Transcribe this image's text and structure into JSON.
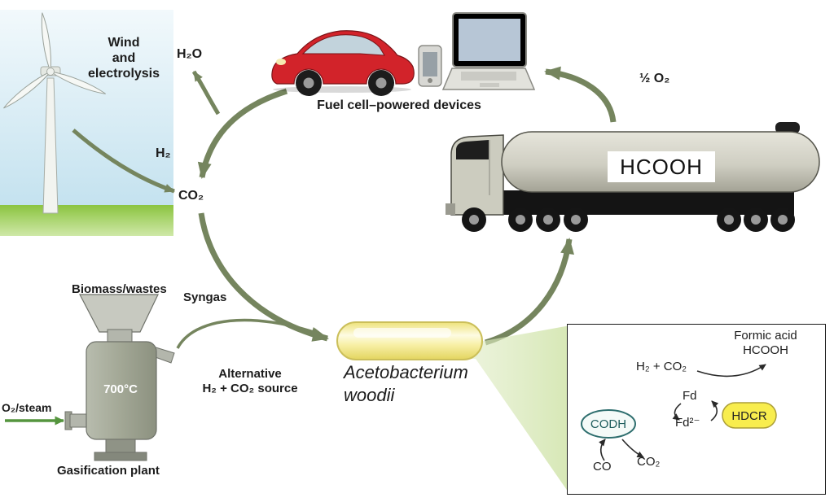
{
  "colors": {
    "arrow_olive": "#75855e",
    "steam_green": "#55953e",
    "car_red": "#d2232a",
    "bacterium_yellow": "#f0e57f",
    "hdcr_yellow": "#f8ed4e",
    "codh_teal": "#1d5c5c",
    "grass_green": "#8bc440",
    "sky_blue": "#cde6f2"
  },
  "labels": {
    "wind_electrolysis": "Wind\nand\nelectrolysis",
    "h2o": "H₂O",
    "h2": "H₂",
    "co2": "CO₂",
    "fuel_cell_devices": "Fuel cell–powered devices",
    "half_o2": "½ O₂",
    "hcooh_tank": "HCOOH",
    "biomass_wastes": "Biomass/wastes",
    "gasifier_temp": "700°C",
    "o2_steam": "O₂/steam",
    "gasification_plant": "Gasification plant",
    "syngas": "Syngas",
    "alternative_source": "Alternative\nH₂ + CO₂ source",
    "bacterium_name": "Acetobacterium\nwoodii"
  },
  "inset": {
    "formic_acid": "Formic acid\nHCOOH",
    "h2_co2": "H₂ + CO₂",
    "fd": "Fd",
    "fd_reduced": "Fd²⁻",
    "codh": "CODH",
    "hdcr": "HDCR",
    "co": "CO",
    "co2": "CO₂"
  }
}
